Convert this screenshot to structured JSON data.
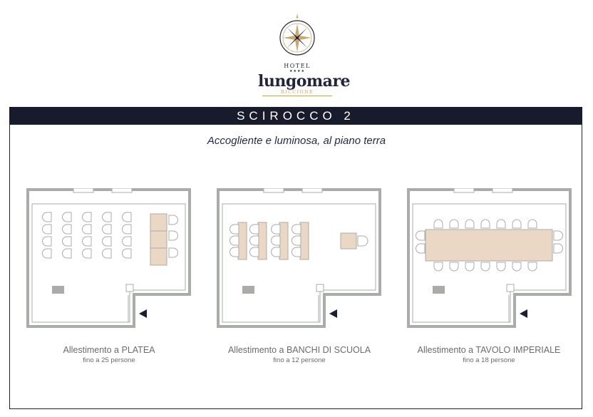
{
  "logo": {
    "hotel": "HOTEL",
    "stars": "★★★★",
    "name": "lungomare",
    "city": "RICCIONE",
    "icon": "compass-rose-icon"
  },
  "room": {
    "name": "SCIROCCO 2",
    "description": "Accogliente e luminosa, al piano terra"
  },
  "colors": {
    "banner": "#181b2c",
    "wall": "#a9aca8",
    "table": "#ead8c5",
    "caption": "#6b6b6b",
    "gold": "#c9a86a"
  },
  "layouts": [
    {
      "title": "Allestimento a PLATEA",
      "capacity": "fino a 25 persone"
    },
    {
      "title": "Allestimento a BANCHI DI SCUOLA",
      "capacity": "fino a 12 persone"
    },
    {
      "title": "Allestimento a TAVOLO IMPERIALE",
      "capacity": "fino a 18 persone"
    }
  ]
}
